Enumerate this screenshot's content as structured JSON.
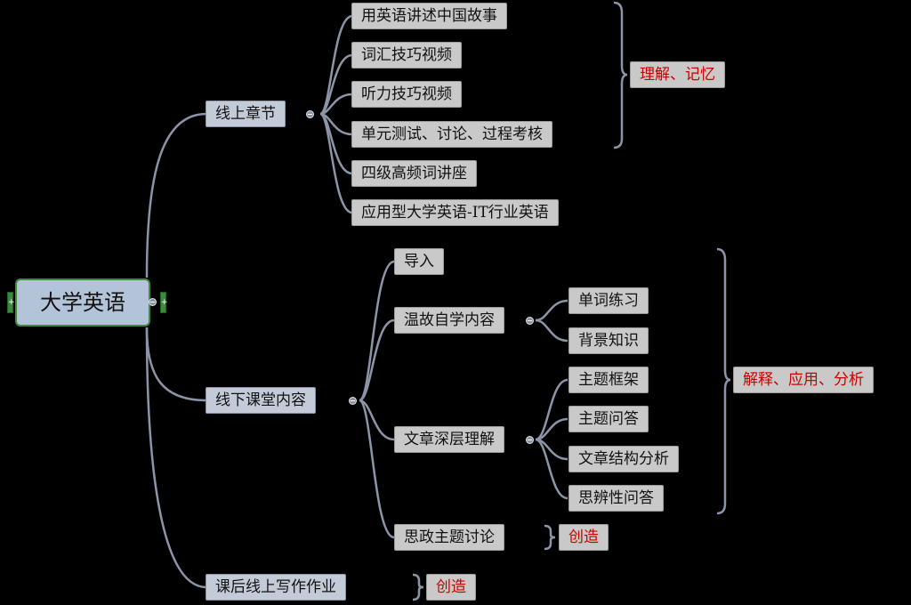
{
  "root": {
    "label": "大学英语"
  },
  "branches": {
    "online": {
      "label": "线上章节",
      "items": [
        "用英语讲述中国故事",
        "词汇技巧视频",
        "听力技巧视频",
        "单元测试、讨论、过程考核",
        "四级高频词讲座",
        "应用型大学英语-IT行业英语"
      ],
      "tag": "理解、记忆"
    },
    "offline": {
      "label": "线下课堂内容",
      "items": {
        "intro": "导入",
        "review": {
          "label": "温故自学内容",
          "children": [
            "单词练习",
            "背景知识"
          ]
        },
        "deep": {
          "label": "文章深层理解",
          "children": [
            "主题框架",
            "主题问答",
            "文章结构分析",
            "思辨性问答"
          ]
        },
        "ideology": "思政主题讨论"
      },
      "tag": "解释、应用、分析",
      "ideology_tag": "创造"
    },
    "homework": {
      "label": "课后线上写作作业",
      "tag": "创造"
    }
  },
  "colors": {
    "background": "#000000",
    "connector": "#8c95a8",
    "tag_text": "#cc0000",
    "root_border": "#3f8a3f"
  }
}
